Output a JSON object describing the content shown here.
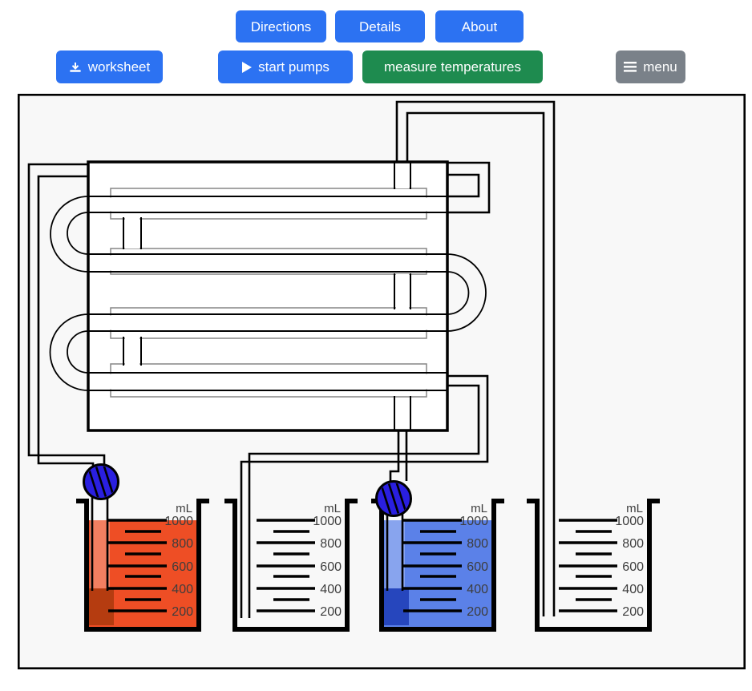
{
  "toolbar_row1": {
    "directions": "Directions",
    "details": "Details",
    "about": "About"
  },
  "toolbar_row2": {
    "worksheet": "worksheet",
    "start_pumps": "start pumps",
    "measure_temperatures": "measure temperatures",
    "menu": "menu"
  },
  "colors": {
    "primary_button": "#2c72f2",
    "success_button": "#1e8b4f",
    "secondary_button": "#7a8189",
    "canvas_bg": "#f8f8f8",
    "hot_liquid": "#ee4e25",
    "hot_intake": "#b53c10",
    "cold_liquid": "#5b81e8",
    "cold_intake": "#2646bd",
    "pump": "#2a1fe0"
  },
  "simulator": {
    "beaker_unit": "mL",
    "beaker_scale": [
      "1000",
      "800",
      "600",
      "400",
      "200"
    ],
    "beakers": [
      {
        "id": "beaker-red",
        "fill": "liquid",
        "fill_level_mark": "1000",
        "liquid_color": "#ee4e25",
        "intake_color": "#b53c10"
      },
      {
        "id": "beaker-left-empty",
        "fill": "empty"
      },
      {
        "id": "beaker-blue",
        "fill": "liquid",
        "fill_level_mark": "1000",
        "liquid_color": "#5b81e8",
        "intake_color": "#2646bd"
      },
      {
        "id": "beaker-right-empty",
        "fill": "empty"
      }
    ],
    "pumps": [
      {
        "id": "pump-left"
      },
      {
        "id": "pump-right"
      }
    ]
  }
}
